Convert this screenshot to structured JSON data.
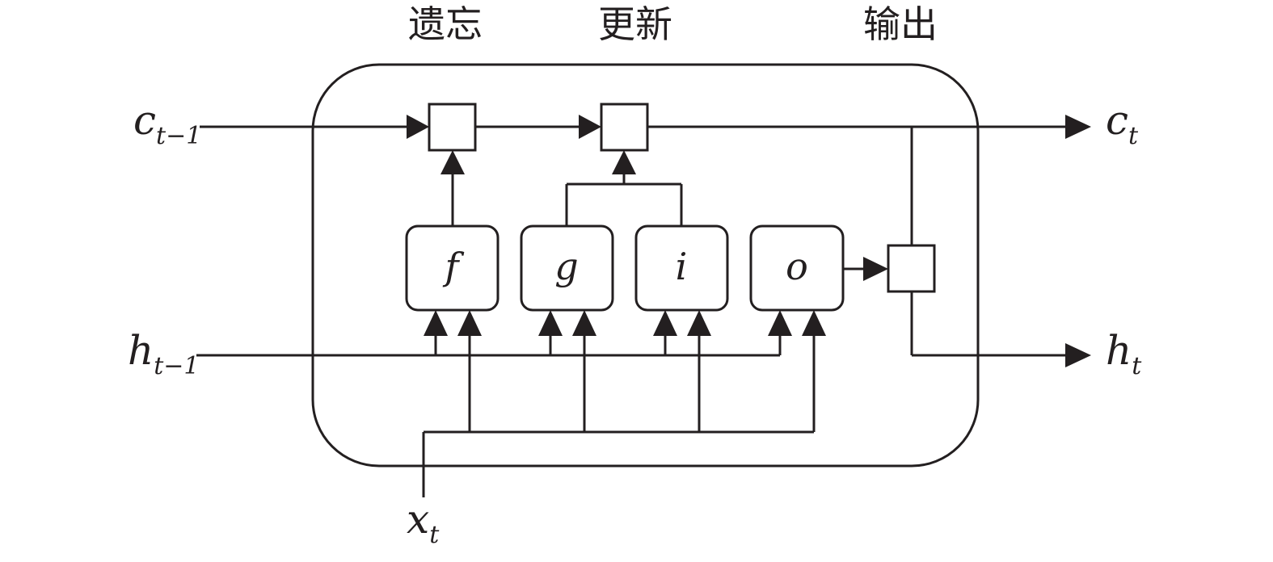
{
  "stages": {
    "forget": "遗忘",
    "update": "更新",
    "output": "输出"
  },
  "inputs": {
    "c_prev": {
      "base": "c",
      "sub": "t−1"
    },
    "h_prev": {
      "base": "h",
      "sub": "t−1"
    },
    "x": {
      "base": "x",
      "sub": "t"
    }
  },
  "outputs": {
    "c": {
      "base": "c",
      "sub": "t"
    },
    "h": {
      "base": "h",
      "sub": "t"
    }
  },
  "gates": {
    "f": "f",
    "g": "g",
    "i": "i",
    "o": "o"
  }
}
